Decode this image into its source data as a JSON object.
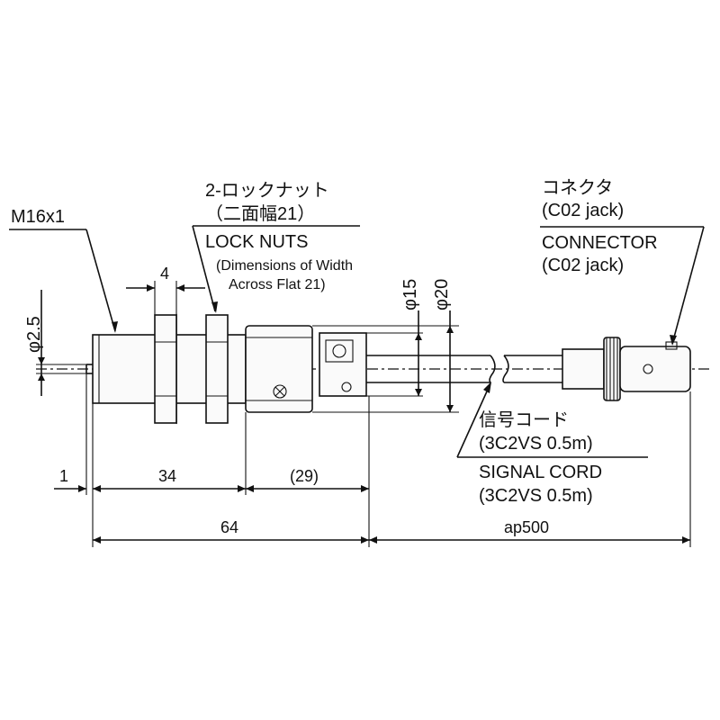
{
  "labels": {
    "thread": "M16x1",
    "pin_dia": "φ2.5",
    "locknut_width": "4",
    "locknuts_jp": "2-ロックナット",
    "locknuts_jp_sub": "（二面幅21）",
    "locknuts_en": "LOCK NUTS",
    "locknuts_en_sub1": "(Dimensions of Width",
    "locknuts_en_sub2": "Across Flat 21)",
    "dia_15": "φ15",
    "dia_20": "φ20",
    "connector_jp": "コネクタ",
    "connector_jp_sub": "(C02 jack)",
    "connector_en": "CONNECTOR",
    "connector_en_sub": "(C02 jack)",
    "cord_jp": "信号コード",
    "cord_jp_sub": "(3C2VS 0.5m)",
    "cord_en": "SIGNAL CORD",
    "cord_en_sub": "(3C2VS 0.5m)"
  },
  "dimensions": {
    "tip": "1",
    "thread_len": "34",
    "body_len": "(29)",
    "overall": "64",
    "cord_len": "ap500"
  }
}
